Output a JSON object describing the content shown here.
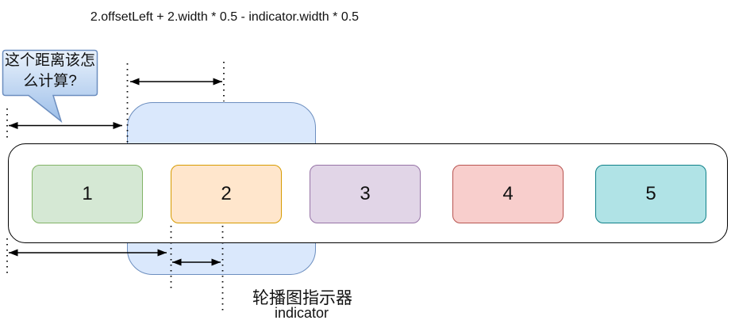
{
  "formula": "2.offsetLeft + 2.width * 0.5 - indicator.width * 0.5",
  "callout": {
    "line1": "这个距离该怎",
    "line2": "么计算?"
  },
  "carousel": {
    "items": [
      {
        "label": "1",
        "fill": "#d5e8d4",
        "stroke": "#82b366"
      },
      {
        "label": "2",
        "fill": "#ffe6cc",
        "stroke": "#d79b00"
      },
      {
        "label": "3",
        "fill": "#e1d5e7",
        "stroke": "#9673a6"
      },
      {
        "label": "4",
        "fill": "#f8cecc",
        "stroke": "#b85450"
      },
      {
        "label": "5",
        "fill": "#b0e3e6",
        "stroke": "#0e8088"
      }
    ]
  },
  "indicator": {
    "label_zh": "轮播图指示器",
    "label_en": "indicator",
    "fill": "#dae8fc",
    "stroke": "#6c8ebf"
  },
  "colors": {
    "track_border": "#000000",
    "arrow": "#000000",
    "dotted_line": "#000000",
    "callout_border": "#6c8ebf",
    "callout_gradient_top": "#eaf2fc",
    "callout_gradient_bottom": "#9dbfe9"
  }
}
